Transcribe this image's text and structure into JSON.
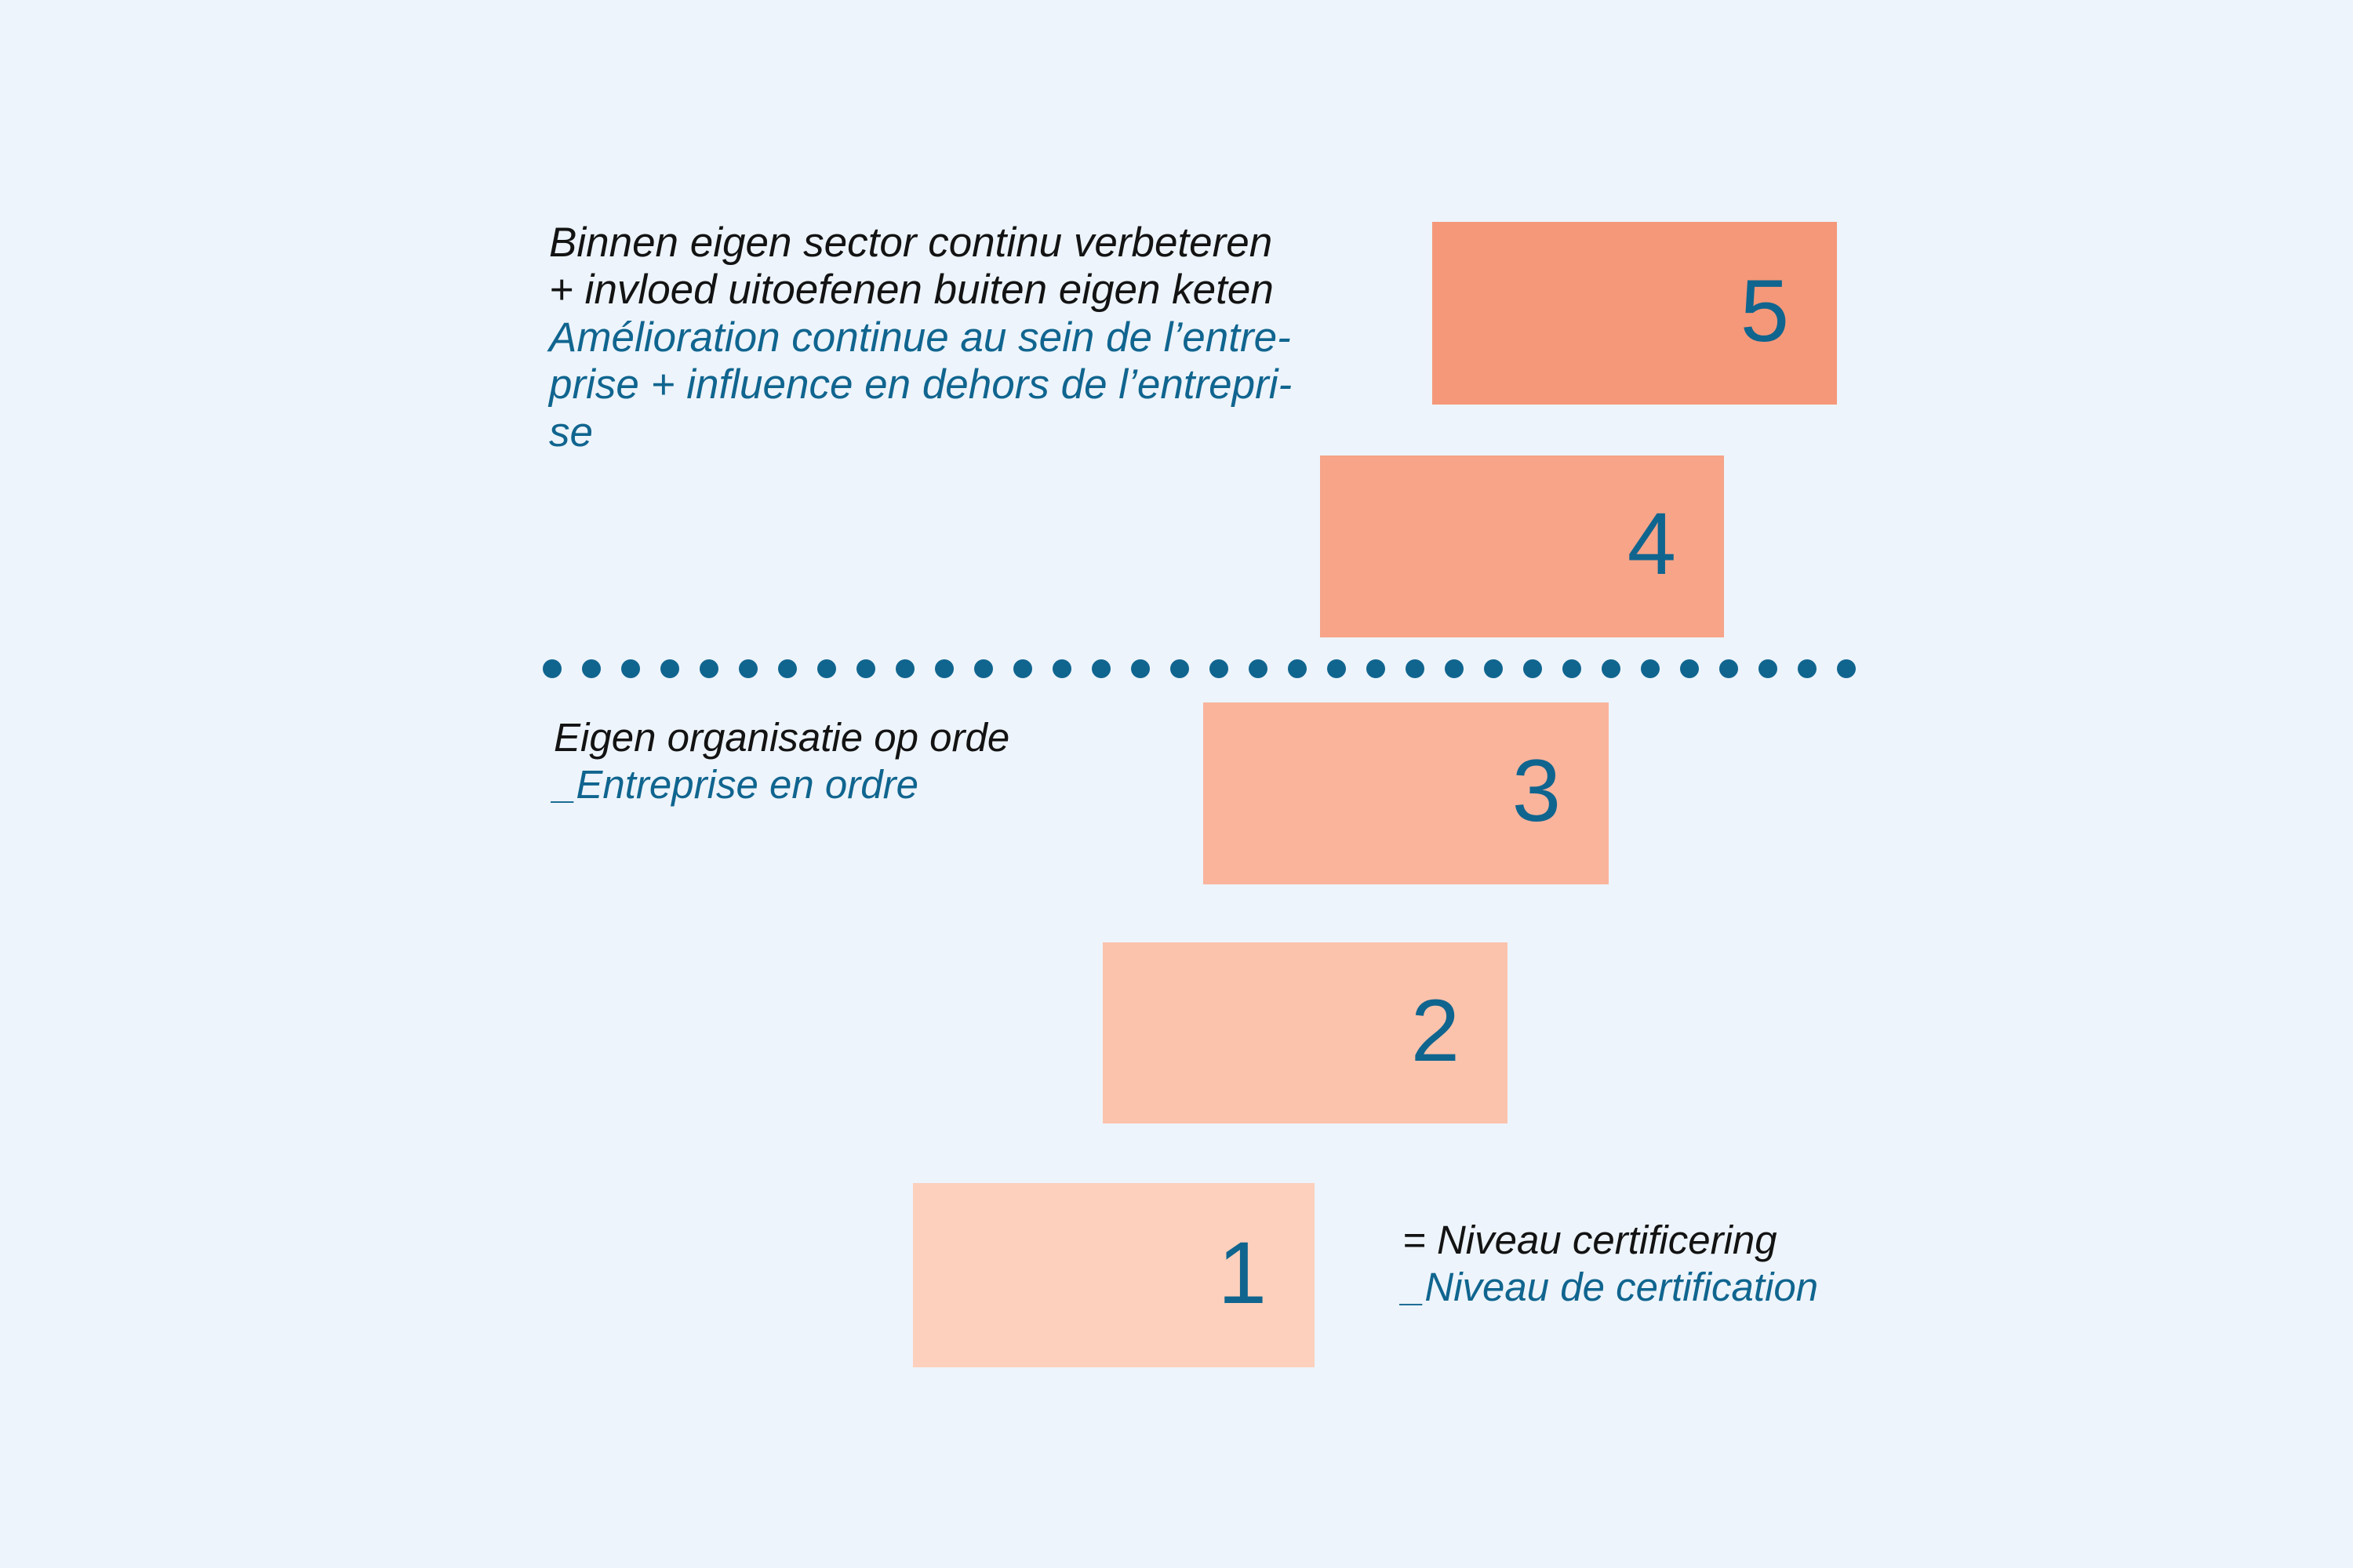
{
  "background_color": "#EDF4FB",
  "accent_blue": "#10658F",
  "text_black": "#131313",
  "levels": [
    {
      "number": "5",
      "color": "#F59879"
    },
    {
      "number": "4",
      "color": "#F7A488"
    },
    {
      "number": "3",
      "color": "#FAB49C"
    },
    {
      "number": "2",
      "color": "#FBC3AC"
    },
    {
      "number": "1",
      "color": "#FCD0BC"
    }
  ],
  "label_top": {
    "nl_line1": "Binnen eigen sector continu verbeteren",
    "nl_line2": "+ invloed uitoefenen buiten eigen keten",
    "fr_line1": "Amélioration continue au sein de l’entre-",
    "fr_line2": "prise + influence en dehors de l’entrepri-",
    "fr_line3": "se"
  },
  "label_mid": {
    "nl_line1": "Eigen organisatie op orde",
    "fr_line1": "_Entreprise en ordre"
  },
  "legend": {
    "nl_line1": "= Niveau certificering",
    "fr_line1": "_Niveau de certification"
  },
  "divider": {
    "dot_count": 34,
    "dot_color": "#10658F"
  }
}
